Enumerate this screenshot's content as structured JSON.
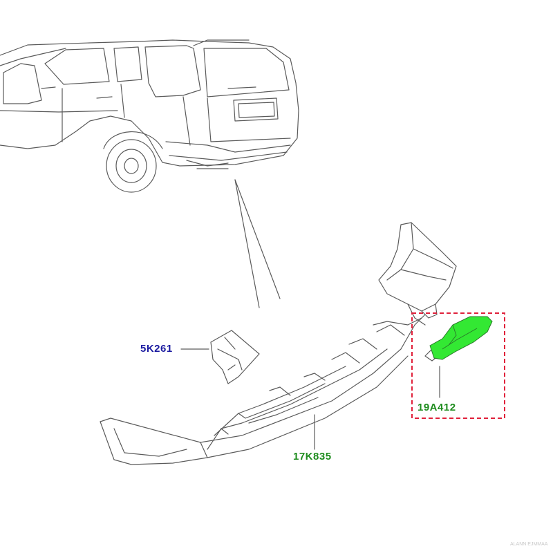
{
  "callouts": [
    {
      "id": "bracket",
      "code": "5K261",
      "color": "#1a1aa0"
    },
    {
      "id": "bumper",
      "code": "17K835",
      "color": "#1e8c1e"
    },
    {
      "id": "highlighted-part",
      "code": "19A412",
      "color": "#1e8c1e"
    }
  ],
  "highlight": {
    "fill": "#33e833",
    "box_color": "#e0203a"
  },
  "watermark": "ALANN EJMMAA"
}
